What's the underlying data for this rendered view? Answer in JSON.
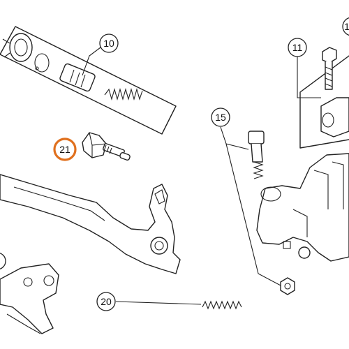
{
  "callouts": [
    {
      "id": "10",
      "label": "10",
      "highlighted": false
    },
    {
      "id": "11",
      "label": "11",
      "highlighted": false
    },
    {
      "id": "15",
      "label": "15",
      "highlighted": false
    },
    {
      "id": "20",
      "label": "20",
      "highlighted": false
    },
    {
      "id": "21",
      "label": "21",
      "highlighted": true
    },
    {
      "id": "top-right-partial",
      "label": "1",
      "highlighted": false
    }
  ],
  "colors": {
    "line": "#222222",
    "highlight": "#e0701e",
    "background": "#ffffff"
  }
}
